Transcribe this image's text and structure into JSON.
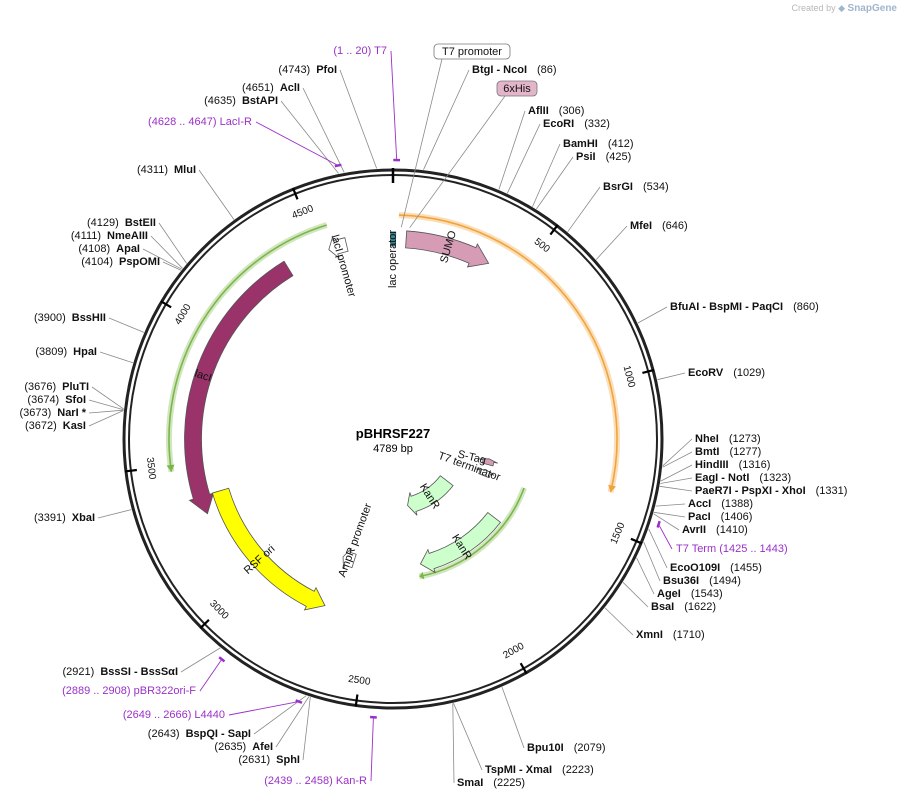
{
  "credit": {
    "prefix": "Created by",
    "brand": "SnapGene",
    "logo_icon": "snapgene-logo-icon"
  },
  "plasmid": {
    "name": "pBHRSF227",
    "size_label": "4789 bp",
    "length": 4789
  },
  "colors": {
    "backbone": "#222222",
    "primer": "#9b30c9",
    "site_line": "#8a8a8a",
    "lacI": "#99336a",
    "SUMO": "#d69bb5",
    "KanR": "#ccffcc",
    "RSF_ori": "#ffff00",
    "lac_operator": "#2a8a9a",
    "S_Tag": "#d69bb5",
    "six_his": "#e3b5c8",
    "orf_orange": "#f2a43a",
    "orf_green": "#7ab648"
  },
  "ticks": [
    500,
    1000,
    1500,
    2000,
    2500,
    3000,
    3500,
    4000,
    4500
  ],
  "features": [
    {
      "name": "lacI",
      "start": 3300,
      "end": 4370,
      "dir": -1,
      "color": "#99336a",
      "r": 200,
      "w": 17,
      "text_color": "#ffffff",
      "label_inside": true
    },
    {
      "name": "lacI promoter",
      "start": 4540,
      "end": 4610,
      "dir": -1,
      "color": "#ffffff",
      "r": 200,
      "w": 14,
      "label": "lacI promoter"
    },
    {
      "name": "lac operator",
      "start": 4780,
      "end": 10,
      "dir": 0,
      "color": "#2a8a9a",
      "r": 200,
      "w": 14,
      "label": "lac operator"
    },
    {
      "name": "SUMO",
      "start": 50,
      "end": 380,
      "dir": 1,
      "color": "#d69bb5",
      "r": 200,
      "w": 17,
      "label_inside": true,
      "text_color": "#111111"
    },
    {
      "name": "S-Tag",
      "start": 1352,
      "end": 1398,
      "dir": -1,
      "color": "#d69bb5",
      "r": 98,
      "w": 11,
      "label": "S-Tag"
    },
    {
      "name": "T7 terminator",
      "start": 1440,
      "end": 1490,
      "dir": -1,
      "color": "#ffffff",
      "r": 98,
      "w": 11,
      "label": "T7 terminator"
    },
    {
      "name": "KanR",
      "start": 1700,
      "end": 2230,
      "dir": 1,
      "color": "#ccffcc",
      "r": 68,
      "w": 16,
      "label_inside": true,
      "text_color": "#111111"
    },
    {
      "name": "KanR",
      "start": 1700,
      "end": 2230,
      "dir": 1,
      "color": "#ccffcc",
      "r": 128,
      "w": 16,
      "label_inside": true,
      "text_color": "#111111"
    },
    {
      "name": "AmpR promoter",
      "start": 2630,
      "end": 2700,
      "dir": 1,
      "color": "#ffffff",
      "r": 128,
      "w": 14,
      "label": "AmpR promoter"
    },
    {
      "name": "RSF ori",
      "start": 2690,
      "end": 3370,
      "dir": -1,
      "color": "#ffff00",
      "r": 180,
      "w": 17,
      "label_inside": true,
      "text_color": "#111111"
    }
  ],
  "orfs": [
    {
      "start": 20,
      "end": 1380,
      "dir": 1,
      "color": "#f2a43a",
      "r": 224
    },
    {
      "start": 1470,
      "end": 2250,
      "dir": 1,
      "color": "#7ab648",
      "r": 140
    },
    {
      "start": 3480,
      "end": 4560,
      "dir": -1,
      "color": "#7ab648",
      "r": 224
    }
  ],
  "sites_right": [
    {
      "name": "BtgI  -  NcoI",
      "pos": "(86)"
    },
    {
      "name": "AflII",
      "pos": "(306)"
    },
    {
      "name": "EcoRI",
      "pos": "(332)"
    },
    {
      "name": "BamHI",
      "pos": "(412)"
    },
    {
      "name": "PsiI",
      "pos": "(425)"
    },
    {
      "name": "BsrGI",
      "pos": "(534)"
    },
    {
      "name": "MfeI",
      "pos": "(646)"
    },
    {
      "name": "BfuAI  -  BspMI  -  PaqCI",
      "pos": "(860)"
    },
    {
      "name": "EcoRV",
      "pos": "(1029)"
    },
    {
      "name": "NheI",
      "pos": "(1273)"
    },
    {
      "name": "BmtI",
      "pos": "(1277)"
    },
    {
      "name": "HindIII",
      "pos": "(1316)"
    },
    {
      "name": "EagI  -  NotI",
      "pos": "(1323)"
    },
    {
      "name": "PaeR7I  -  PspXI  -  XhoI",
      "pos": "(1331)"
    },
    {
      "name": "AccI",
      "pos": "(1388)"
    },
    {
      "name": "PacI",
      "pos": "(1406)"
    },
    {
      "name": "AvrII",
      "pos": "(1410)"
    },
    {
      "name": "EcoO109I",
      "pos": "(1455)"
    },
    {
      "name": "Bsu36I",
      "pos": "(1494)"
    },
    {
      "name": "AgeI",
      "pos": "(1543)"
    },
    {
      "name": "BsaI",
      "pos": "(1622)"
    },
    {
      "name": "XmnI",
      "pos": "(1710)"
    },
    {
      "name": "Bpu10I",
      "pos": "(2079)"
    },
    {
      "name": "TspMI  -  XmaI",
      "pos": "(2223)"
    },
    {
      "name": "SmaI",
      "pos": "(2225)"
    }
  ],
  "sites_left": [
    {
      "name": "PfoI",
      "pos": "(4743)"
    },
    {
      "name": "AclI",
      "pos": "(4651)"
    },
    {
      "name": "BstAPI",
      "pos": "(4635)"
    },
    {
      "name": "MluI",
      "pos": "(4311)"
    },
    {
      "name": "BstEII",
      "pos": "(4129)"
    },
    {
      "name": "NmeAIII",
      "pos": "(4111)"
    },
    {
      "name": "ApaI",
      "pos": "(4108)"
    },
    {
      "name": "PspOMI",
      "pos": "(4104)"
    },
    {
      "name": "BssHII",
      "pos": "(3900)"
    },
    {
      "name": "HpaI",
      "pos": "(3809)"
    },
    {
      "name": "PluTI",
      "pos": "(3676)"
    },
    {
      "name": "SfoI",
      "pos": "(3674)"
    },
    {
      "name": "NarI *",
      "pos": "(3673)"
    },
    {
      "name": "KasI",
      "pos": "(3672)"
    },
    {
      "name": "XbaI",
      "pos": "(3391)"
    },
    {
      "name": "BssSI  -  BssSαI",
      "pos": "(2921)"
    },
    {
      "name": "BspQI  -  SapI",
      "pos": "(2643)"
    },
    {
      "name": "AfeI",
      "pos": "(2635)"
    },
    {
      "name": "SphI",
      "pos": "(2631)"
    }
  ],
  "primers": [
    {
      "text": "(1 .. 20)  T7",
      "bp": 10
    },
    {
      "text": "(4628 .. 4647)  LacI-R",
      "bp": 4638
    },
    {
      "text": "T7 Term    (1425 .. 1443)",
      "bp": 1434
    },
    {
      "text": "(2889 .. 2908)  pBR322ori-F",
      "bp": 2898
    },
    {
      "text": "(2649 .. 2666)  L4440",
      "bp": 2657
    },
    {
      "text": "(2439 .. 2458)  Kan-R",
      "bp": 2448
    }
  ],
  "boxed_labels": [
    {
      "text": "T7 promoter",
      "style": "white"
    },
    {
      "text": "6xHis",
      "style": "pink"
    }
  ]
}
